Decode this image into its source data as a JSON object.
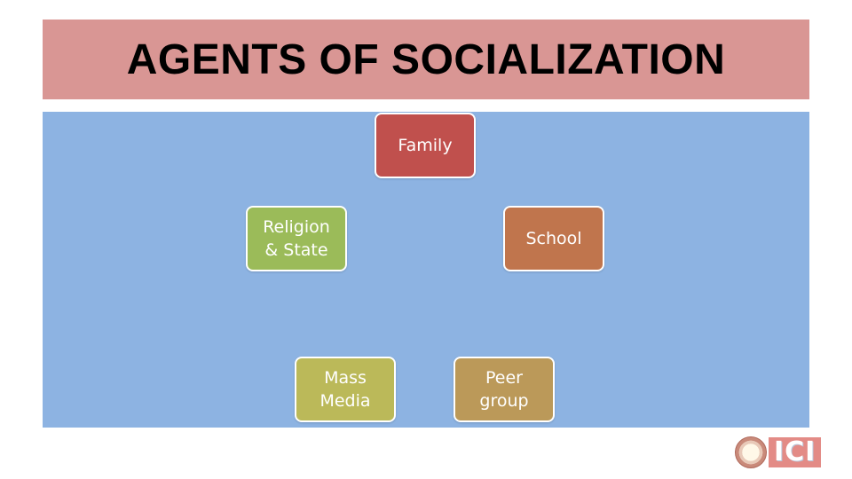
{
  "title": "AGENTS OF SOCIALIZATION",
  "colors": {
    "title_bar": "#d99694",
    "diagram_background": "#8db3e2",
    "node_border": "#ffffff"
  },
  "nodes": [
    {
      "id": "family",
      "label": "Family",
      "color": "#c0504d"
    },
    {
      "id": "school",
      "label": "School",
      "color": "#c0754d"
    },
    {
      "id": "religion",
      "label": "Religion\n& State",
      "color": "#9bbb59"
    },
    {
      "id": "mass",
      "label": "Mass\nMedia",
      "color": "#bbb959"
    },
    {
      "id": "peer",
      "label": "Peer\ngroup",
      "color": "#bb9959"
    }
  ],
  "logo": {
    "text": "ICI",
    "icon": "seal-emblem-icon"
  }
}
